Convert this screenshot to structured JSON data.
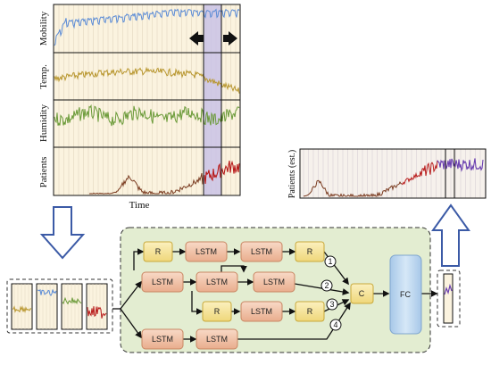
{
  "main_plot": {
    "panels": [
      {
        "id": "mobility",
        "label": "Mobility",
        "color": "#5b8bd6"
      },
      {
        "id": "temp",
        "label": "Temp.",
        "color": "#b8962e"
      },
      {
        "id": "humidity",
        "label": "Humidity",
        "color": "#6a9a38"
      },
      {
        "id": "patients",
        "label": "Patients",
        "color": "#7a3b20",
        "highlight_color": "#b81b1b"
      }
    ],
    "xlabel": "Time"
  },
  "estimate_plot": {
    "ylabel": "Patients (est.)",
    "colors": {
      "past": "#7a3b20",
      "recent": "#b81b1b",
      "estimate": "#6a3fb0"
    }
  },
  "network": {
    "nodes": [
      {
        "id": "r1",
        "label": "R",
        "kind": "R"
      },
      {
        "id": "lstm1",
        "label": "LSTM",
        "kind": "LSTM"
      },
      {
        "id": "lstm2",
        "label": "LSTM",
        "kind": "LSTM"
      },
      {
        "id": "r2",
        "label": "R",
        "kind": "R"
      },
      {
        "id": "lstm3",
        "label": "LSTM",
        "kind": "LSTM"
      },
      {
        "id": "lstm4",
        "label": "LSTM",
        "kind": "LSTM"
      },
      {
        "id": "lstm5",
        "label": "LSTM",
        "kind": "LSTM"
      },
      {
        "id": "r3",
        "label": "R",
        "kind": "R"
      },
      {
        "id": "lstm6",
        "label": "LSTM",
        "kind": "LSTM"
      },
      {
        "id": "r4",
        "label": "R",
        "kind": "R"
      },
      {
        "id": "lstm7",
        "label": "LSTM",
        "kind": "LSTM"
      },
      {
        "id": "lstm8",
        "label": "LSTM",
        "kind": "LSTM"
      },
      {
        "id": "concat",
        "label": "C",
        "kind": "R"
      },
      {
        "id": "fc",
        "label": "FC",
        "kind": "FC"
      }
    ],
    "branch_labels": [
      "1",
      "2",
      "3",
      "4"
    ]
  },
  "colors": {
    "panel_bg": "#fbf3df",
    "grid": "#e2d7c0",
    "window_fill": "#c9c2e6",
    "network_bg": "#e3edd1",
    "lstm_fill": "#f2c6ad",
    "r_fill": "#f6e7a4",
    "fc_fill": "#b7d3ee",
    "arrow_blue": "#3b5aa6"
  }
}
